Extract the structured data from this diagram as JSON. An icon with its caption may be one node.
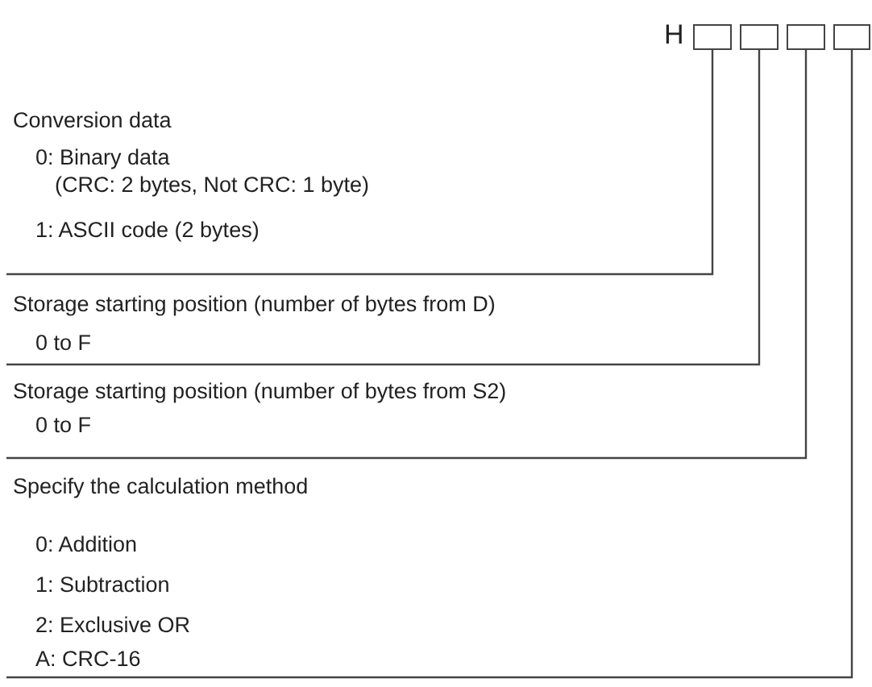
{
  "diagram": {
    "nodes": [
      {
        "text": [],
        "shape": "box"
      },
      {
        "text": [],
        "shape": "box"
      },
      {
        "text": [],
        "shape": "box"
      },
      {
        "text": [],
        "shape": "box"
      },
      {
        "text": [
          "Conversion data",
          "0: Binary data (CRC: 2 bytes, Not CRC: 1 byte)",
          "1: ASCII code (2 bytes)"
        ]
      },
      {
        "text": [
          "Storage starting position (number of bytes from D)",
          "0 to F"
        ]
      },
      {
        "text": [
          "Storage starting position (number of bytes from S2)",
          "0 to F"
        ]
      },
      {
        "text": [
          "Specify the calculation method",
          "0: Addition",
          "1: Subtraction",
          "2: Exclusive OR",
          "A: CRC-16"
        ]
      }
    ],
    "edges": [
      {
        "from": 4,
        "to": 0,
        "arrow": "none"
      },
      {
        "from": 5,
        "to": 1,
        "arrow": "none"
      },
      {
        "from": 6,
        "to": 2,
        "arrow": "none"
      },
      {
        "from": 7,
        "to": 3,
        "arrow": "none"
      }
    ],
    "labels": [
      "H"
    ]
  }
}
